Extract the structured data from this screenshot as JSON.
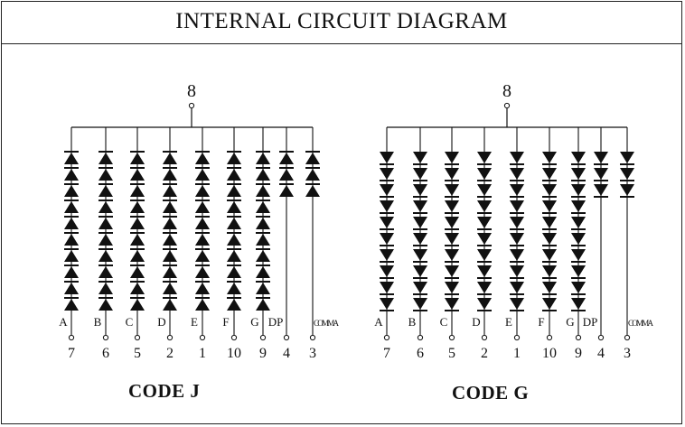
{
  "title": "INTERNAL CIRCUIT DIAGRAM",
  "diagrams": [
    {
      "code_label": "CODE J",
      "common_pin": "8",
      "direction": "up",
      "columns": [
        {
          "segment": "A",
          "pin": "7",
          "diodes": 10
        },
        {
          "segment": "B",
          "pin": "6",
          "diodes": 10
        },
        {
          "segment": "C",
          "pin": "5",
          "diodes": 10
        },
        {
          "segment": "D",
          "pin": "2",
          "diodes": 10
        },
        {
          "segment": "E",
          "pin": "1",
          "diodes": 10
        },
        {
          "segment": "F",
          "pin": "10",
          "diodes": 10
        },
        {
          "segment": "G",
          "pin": "9",
          "diodes": 10
        },
        {
          "segment": "DP",
          "pin": "4",
          "diodes": 3
        },
        {
          "segment": "COMMA",
          "pin": "3",
          "diodes": 3
        }
      ]
    },
    {
      "code_label": "CODE G",
      "common_pin": "8",
      "direction": "down",
      "columns": [
        {
          "segment": "A",
          "pin": "7",
          "diodes": 10
        },
        {
          "segment": "B",
          "pin": "6",
          "diodes": 10
        },
        {
          "segment": "C",
          "pin": "5",
          "diodes": 10
        },
        {
          "segment": "D",
          "pin": "2",
          "diodes": 10
        },
        {
          "segment": "E",
          "pin": "1",
          "diodes": 10
        },
        {
          "segment": "F",
          "pin": "10",
          "diodes": 10
        },
        {
          "segment": "G",
          "pin": "9",
          "diodes": 10
        },
        {
          "segment": "DP",
          "pin": "4",
          "diodes": 3
        },
        {
          "segment": "COMMA",
          "pin": "3",
          "diodes": 3
        }
      ]
    }
  ]
}
